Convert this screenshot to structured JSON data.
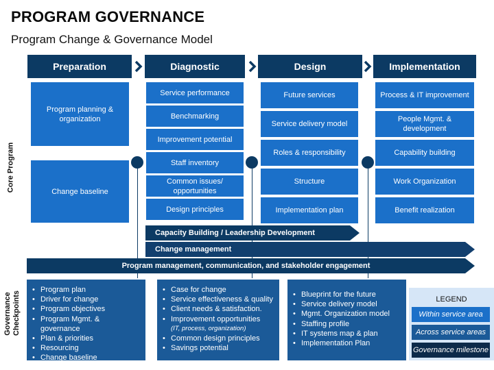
{
  "title": "PROGRAM GOVERNANCE",
  "subtitle": "Program Change & Governance Model",
  "phases": [
    "Preparation",
    "Diagnostic",
    "Design",
    "Implementation"
  ],
  "side_labels": {
    "core_program": "Core Program",
    "governance_checkpoints": [
      "Governance",
      "Checkpoints"
    ]
  },
  "preparation": [
    "Program planning & organization",
    "Change baseline"
  ],
  "diagnostic": [
    "Service performance",
    "Benchmarking",
    "Improvement potential",
    "Staff inventory",
    "Common issues/ opportunities",
    "Design principles"
  ],
  "design": [
    "Future services",
    "Service delivery model",
    "Roles & responsibility",
    "Structure",
    "Implementation plan"
  ],
  "implementation": [
    "Process & IT improvement",
    "People Mgmt. & development",
    "Capability building",
    "Work Organization",
    "Benefit realization"
  ],
  "bands": [
    "Capacity Building / Leadership Development",
    "Change management",
    "Program management, communication, and stakeholder engagement"
  ],
  "checkpoints": {
    "col1": [
      "Program plan",
      "Driver for change",
      "Program objectives",
      "Program Mgmt. & governance",
      "Plan & priorities",
      "Resourcing",
      "Change baseline"
    ],
    "col2": [
      "Case for change",
      "Service effectiveness & quality",
      "Client needs & satisfaction.",
      "Improvement opportunities"
    ],
    "col2_note": "(IT, process, organization)",
    "col2b": [
      "Common design principles",
      "Savings potential"
    ],
    "col3": [
      "Blueprint for the future",
      "Service delivery model",
      "Mgmt. Organization model",
      "Staffing profile",
      "IT systems map & plan",
      "Implementation Plan"
    ]
  },
  "legend": {
    "title": "LEGEND",
    "items": [
      "Within service area",
      "Across service areas",
      "Governance milestone"
    ]
  },
  "colors": {
    "dark_navy": "#0c3a63",
    "mid_blue": "#1b5a98",
    "bright_blue": "#1b70c9",
    "navy_band": "#123f6e",
    "legend_bg": "#d6e6f7"
  }
}
